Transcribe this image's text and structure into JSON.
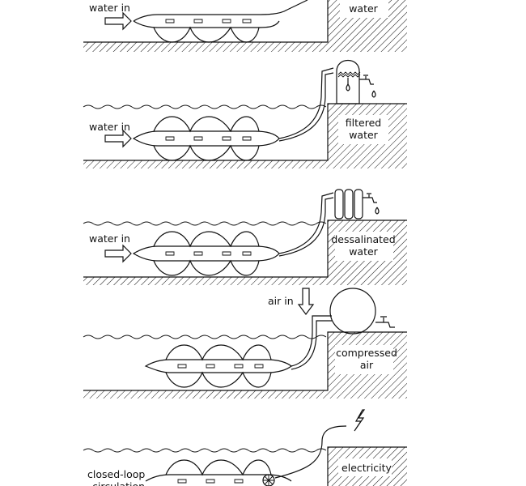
{
  "panels": [
    {
      "id": "p1",
      "input_label": "water in",
      "output_label": [
        "water"
      ],
      "device": "none"
    },
    {
      "id": "p2",
      "input_label": "water in",
      "output_label": [
        "filtered",
        "water"
      ],
      "device": "filter"
    },
    {
      "id": "p3",
      "input_label": "water in",
      "output_label": [
        "dessalinated",
        "water"
      ],
      "device": "desalinator"
    },
    {
      "id": "p4",
      "input_label": "air in",
      "output_label": [
        "compressed",
        "air"
      ],
      "device": "air-tank"
    },
    {
      "id": "p5",
      "input_label": "closed-loop circulation",
      "output_label": [
        "electricity"
      ],
      "device": "turbine"
    }
  ]
}
